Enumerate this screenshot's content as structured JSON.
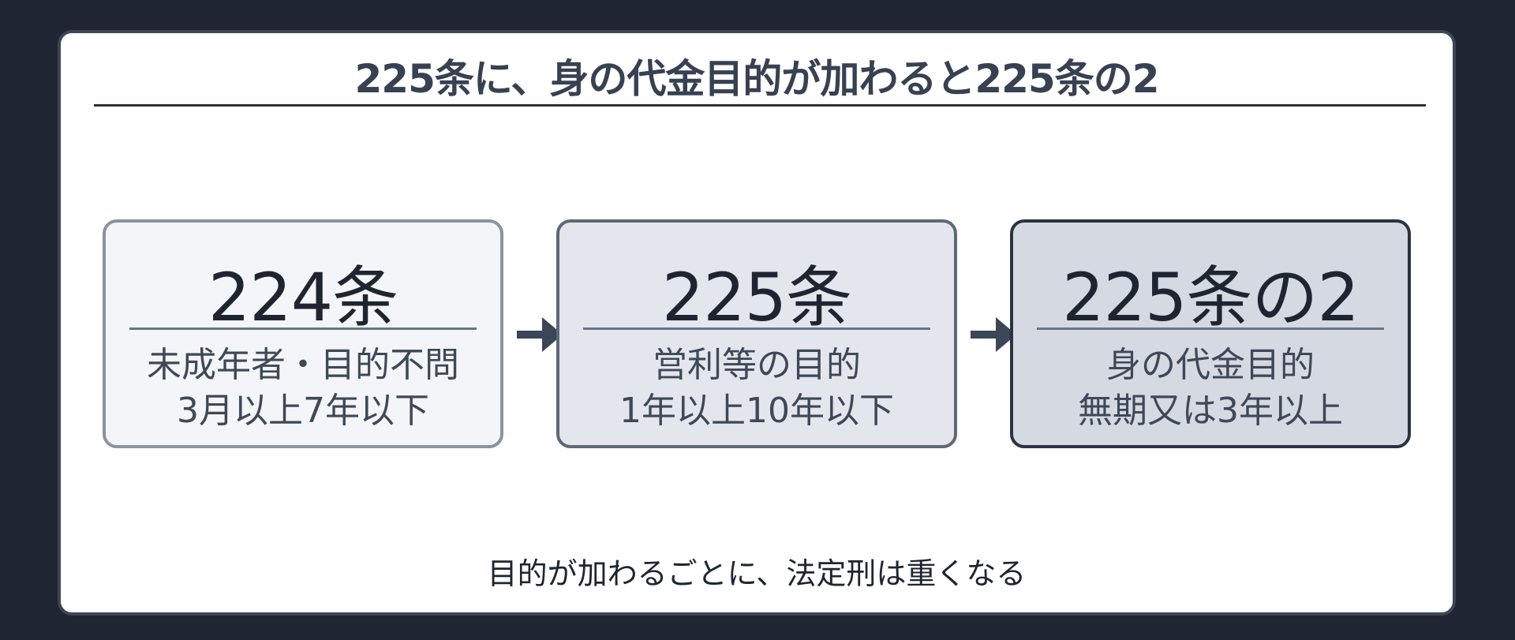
{
  "title": "225条に、身の代金目的が加わると225条の2",
  "steps": [
    {
      "article": "224条",
      "line1": "未成年者・目的不問",
      "line2": "3月以上7年以下"
    },
    {
      "article": "225条",
      "line1": "営利等の目的",
      "line2": "1年以上10年以下"
    },
    {
      "article": "225条の2",
      "line1": "身の代金目的",
      "line2": "無期又は3年以上"
    }
  ],
  "footer": "目的が加わるごとに、法定刑は重くなる",
  "icons": {
    "connector": "right-arrow-icon"
  },
  "colors": {
    "background": "#1f2631",
    "card": "#ffffff",
    "step1_fill": "#f3f5f8",
    "step2_fill": "#e3e7ed",
    "step3_fill": "#d5dae2",
    "arrow": "#3b4656"
  }
}
